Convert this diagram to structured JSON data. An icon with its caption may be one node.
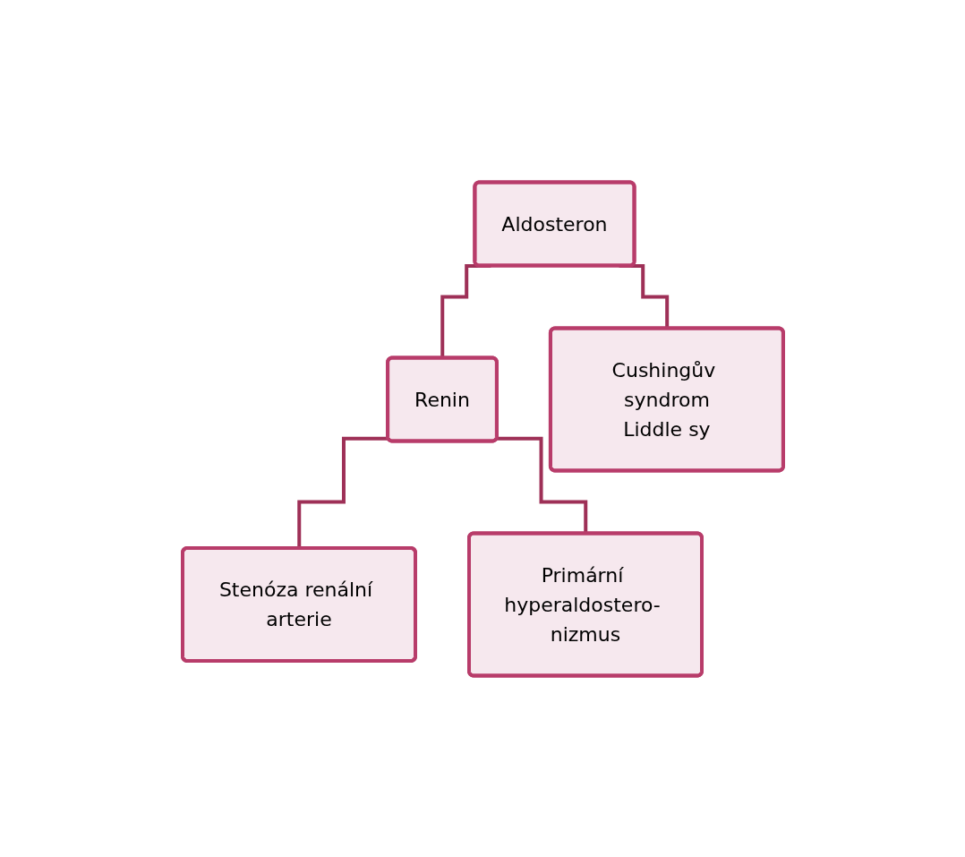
{
  "diagram": {
    "nodes": [
      {
        "text": [
          "Aldosteron"
        ]
      },
      {
        "text": [
          "Renin"
        ]
      },
      {
        "text": [
          "Cushingův syndrom",
          "Liddle sy"
        ]
      },
      {
        "text": [
          "Stenóza renální arterie"
        ]
      },
      {
        "text": [
          "Primární hyperaldostero- nizmus"
        ]
      }
    ],
    "edges": [
      {
        "from": 0,
        "to": 1,
        "arrow": "none"
      },
      {
        "from": 0,
        "to": 2,
        "arrow": "none"
      },
      {
        "from": 1,
        "to": 3,
        "arrow": "none"
      },
      {
        "from": 1,
        "to": 4,
        "arrow": "none"
      }
    ]
  }
}
